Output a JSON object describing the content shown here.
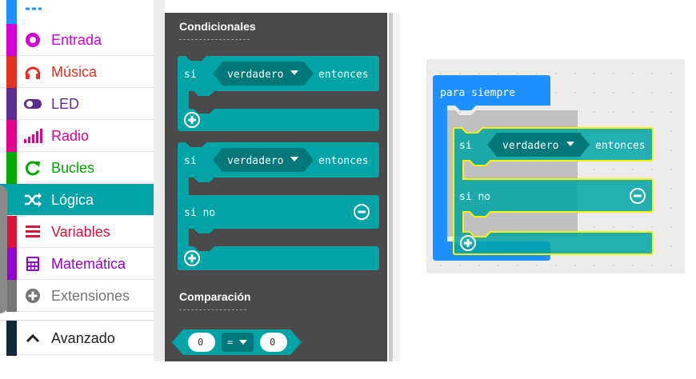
{
  "categories": [
    {
      "label": "Entrada",
      "icon": "target-icon",
      "color": "#d400d4"
    },
    {
      "label": "Música",
      "icon": "headphones-icon",
      "color": "#e63022"
    },
    {
      "label": "LED",
      "icon": "toggle-icon",
      "color": "#5c2d91"
    },
    {
      "label": "Radio",
      "icon": "signal-bars-icon",
      "color": "#e3008c"
    },
    {
      "label": "Bucles",
      "icon": "refresh-icon",
      "color": "#00a800"
    },
    {
      "label": "Lógica",
      "icon": "shuffle-icon",
      "color": "#00a4a6"
    },
    {
      "label": "Variables",
      "icon": "list-icon",
      "color": "#dc143c"
    },
    {
      "label": "Matemática",
      "icon": "calculator-icon",
      "color": "#9400d3"
    },
    {
      "label": "Extensiones",
      "icon": "plus-circle-icon",
      "color": "#757575"
    }
  ],
  "advanced": {
    "label": "Avanzado",
    "icon": "chevron-up-icon"
  },
  "flyout": {
    "section_conditionals": "Condicionales",
    "section_comparison": "Comparación",
    "block_if": {
      "keyword": "si",
      "value": "verdadero",
      "then": "entonces"
    },
    "block_if_else": {
      "keyword": "si",
      "value": "verdadero",
      "then": "entonces",
      "else": "si no"
    },
    "compare": {
      "left": "0",
      "op": "=",
      "right": "0"
    }
  },
  "workspace": {
    "forever": "para siempre",
    "if_block": {
      "keyword": "si",
      "value": "verdadero",
      "then": "entonces",
      "else": "si no"
    }
  },
  "colors": {
    "logic": "#00a4a6",
    "loops": "#1e90ff",
    "flyout_bg": "#4a4a4b",
    "highlight": "#fff200"
  }
}
